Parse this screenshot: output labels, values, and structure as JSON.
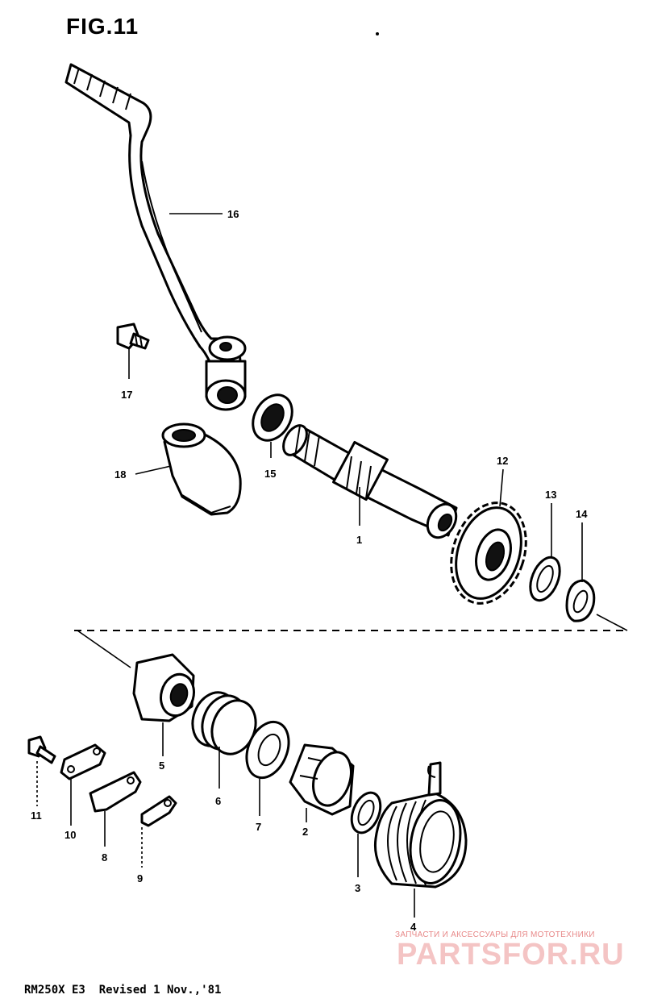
{
  "figure": {
    "title": "FIG.11",
    "footer": "RM250X E3  Revised 1 Nov.,'81"
  },
  "callouts": [
    {
      "id": "c1",
      "label": "1"
    },
    {
      "id": "c2",
      "label": "2"
    },
    {
      "id": "c3",
      "label": "3"
    },
    {
      "id": "c4",
      "label": "4"
    },
    {
      "id": "c5",
      "label": "5"
    },
    {
      "id": "c6",
      "label": "6"
    },
    {
      "id": "c7",
      "label": "7"
    },
    {
      "id": "c8",
      "label": "8"
    },
    {
      "id": "c9",
      "label": "9"
    },
    {
      "id": "c10",
      "label": "10"
    },
    {
      "id": "c11",
      "label": "11"
    },
    {
      "id": "c12",
      "label": "12"
    },
    {
      "id": "c13",
      "label": "13"
    },
    {
      "id": "c14",
      "label": "14"
    },
    {
      "id": "c15",
      "label": "15"
    },
    {
      "id": "c16",
      "label": "16"
    },
    {
      "id": "c17",
      "label": "17"
    },
    {
      "id": "c18",
      "label": "18"
    }
  ],
  "watermark": {
    "tagline": "ЗАПЧАСТИ И АКСЕССУАРЫ ДЛЯ МОТОТЕХНИКИ",
    "brand": "PARTSFOR.RU",
    "accent_color": "#e88a8a"
  }
}
